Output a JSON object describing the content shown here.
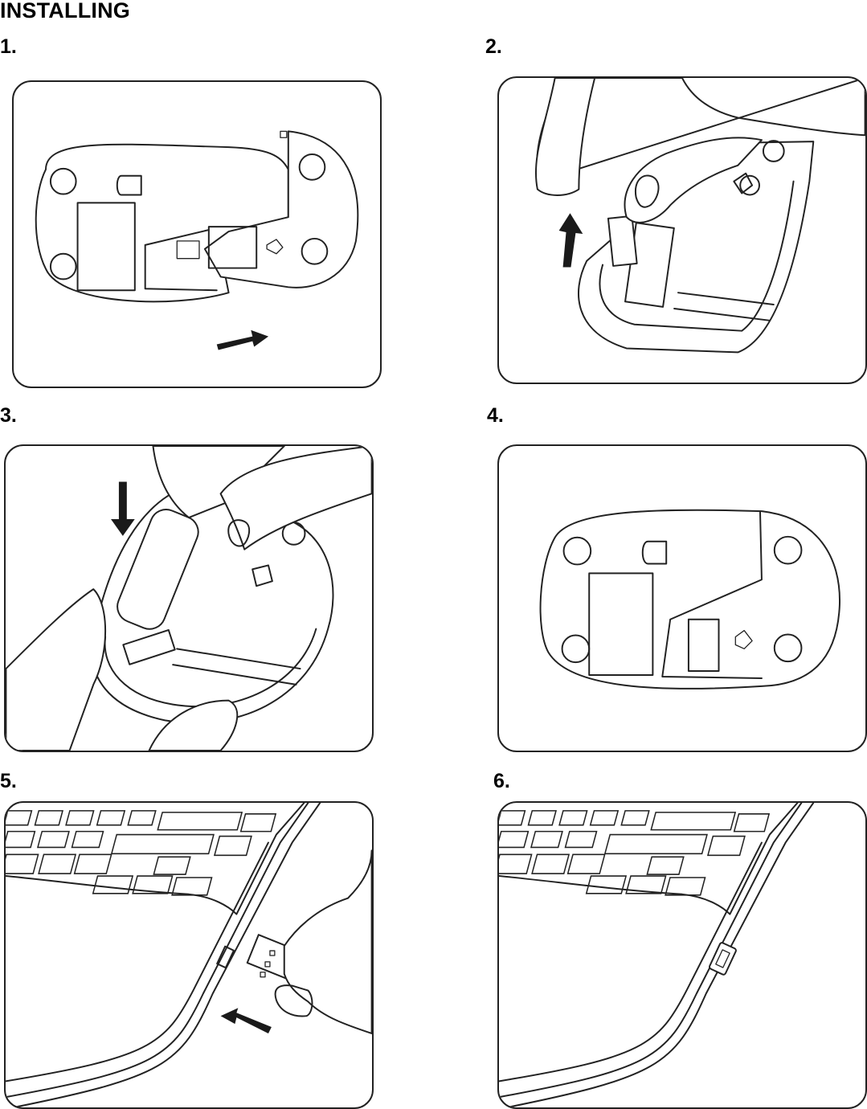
{
  "title": "INSTALLING",
  "steps": [
    {
      "number": "1.",
      "icon": "mouse-battery-cover-slide-off"
    },
    {
      "number": "2.",
      "icon": "mouse-remove-usb-receiver"
    },
    {
      "number": "3.",
      "icon": "mouse-insert-battery"
    },
    {
      "number": "4.",
      "icon": "mouse-cover-closed"
    },
    {
      "number": "5.",
      "icon": "laptop-insert-usb-receiver"
    },
    {
      "number": "6.",
      "icon": "laptop-receiver-inserted"
    }
  ]
}
